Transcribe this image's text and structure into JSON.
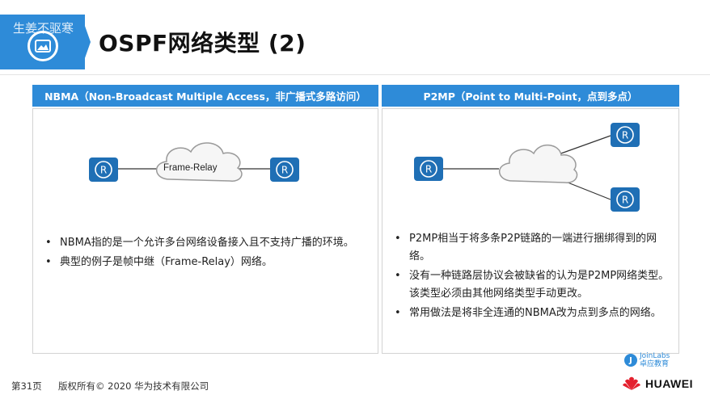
{
  "header": {
    "watermark": "生姜不驱寒",
    "title": "OSPF网络类型 (2)"
  },
  "left_panel": {
    "heading": "NBMA（Non-Broadcast Multiple Access，非广播式多路访问）",
    "cloud_label": "Frame-Relay",
    "bullets": [
      "NBMA指的是一个允许多台网络设备接入且不支持广播的环境。",
      "典型的例子是帧中继（Frame-Relay）网络。"
    ]
  },
  "right_panel": {
    "heading": "P2MP（Point to Multi-Point，点到多点）",
    "bullets": [
      "P2MP相当于将多条P2P链路的一端进行捆绑得到的网络。",
      "没有一种链路层协议会被缺省的认为是P2MP网络类型。该类型必须由其他网络类型手动更改。",
      "常用做法是将非全连通的NBMA改为点到多点的网络。"
    ]
  },
  "footer": {
    "page": "第31页",
    "copyright": "版权所有© 2020 华为技术有限公司",
    "joinlabs_name": "JoinLabs",
    "joinlabs_sub": "卓应教育",
    "brand": "HUAWEI"
  },
  "colors": {
    "accent": "#2e8bd8",
    "router": "#1f6fb5"
  }
}
